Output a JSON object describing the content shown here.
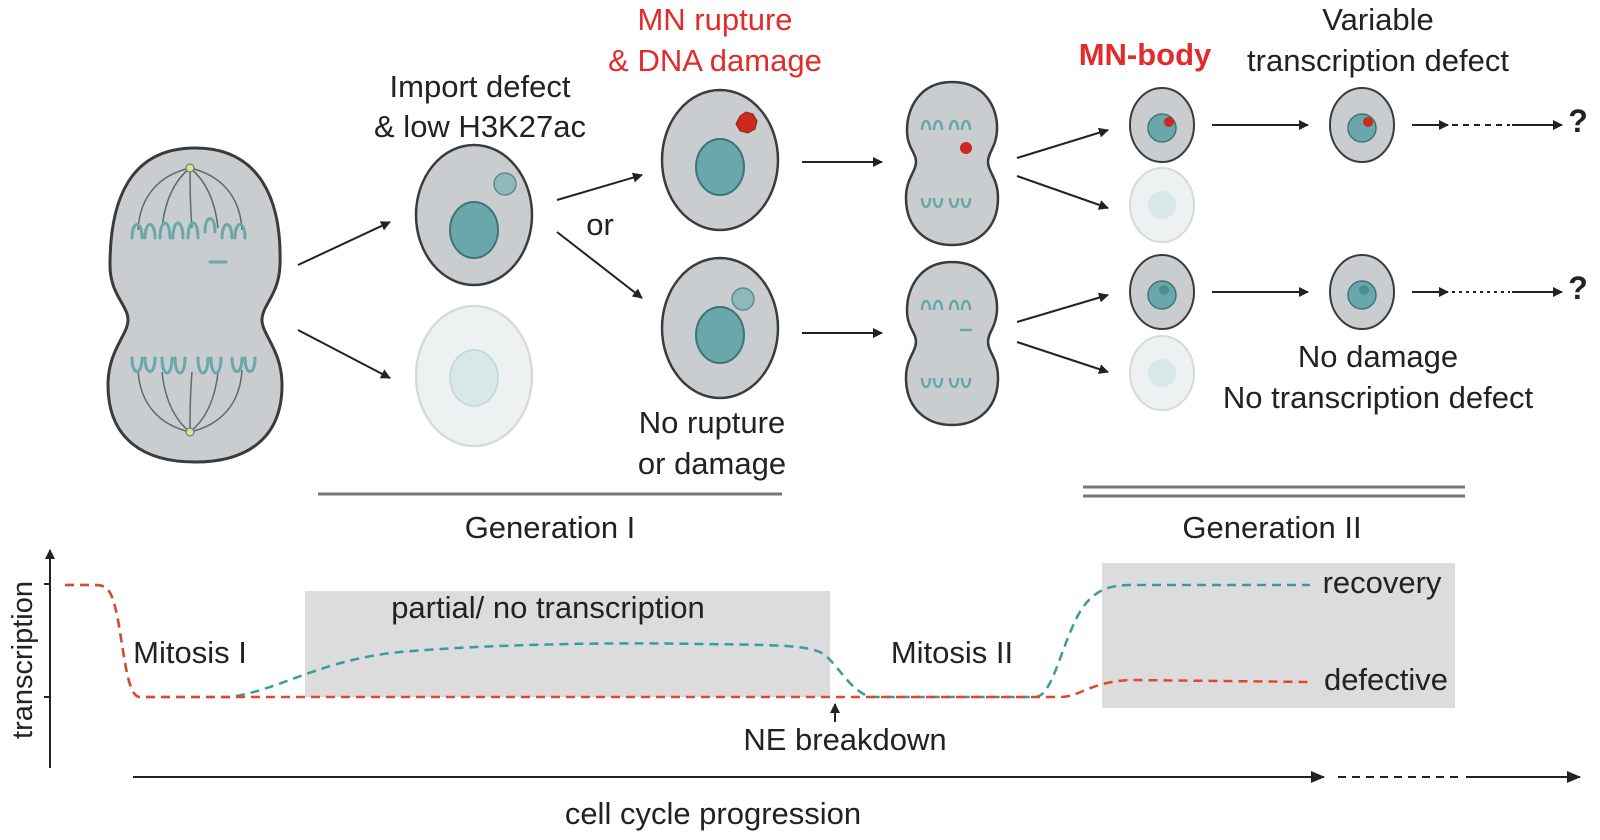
{
  "colors": {
    "cell_fill": "#c9cdd0",
    "cell_stroke": "#3b3b3b",
    "nucleus": "#6aa7aa",
    "faded_cell": "#eef1f2",
    "faded_nucleus": "#d8e7e8",
    "damage": "#cc2a1c",
    "recovery_line": "#3a9aa0",
    "defective_line": "#e0482a",
    "shade_box": "#dcdcdc",
    "label_red": "#e42b2b"
  },
  "labels": {
    "import_defect_1": "Import defect",
    "import_defect_2": "& low H3K27ac",
    "mn_rupture_1": "MN rupture",
    "mn_rupture_2": "& DNA damage",
    "or": "or",
    "no_rupture_1": "No rupture",
    "no_rupture_2": "or damage",
    "mn_body": "MN-body",
    "variable_1": "Variable",
    "variable_2": "transcription defect",
    "no_damage_1": "No damage",
    "no_damage_2": "No transcription defect",
    "question_top": "?",
    "question_bottom": "?",
    "generation_1": "Generation I",
    "generation_2": "Generation II"
  },
  "plot": {
    "y_axis_label": "transcription",
    "x_axis_label": "cell cycle progression",
    "mitosis_1": "Mitosis I",
    "mitosis_2": "Mitosis II",
    "partial_label": "partial/ no transcription",
    "ne_breakdown": "NE breakdown",
    "recovery": "recovery",
    "defective": "defective"
  }
}
